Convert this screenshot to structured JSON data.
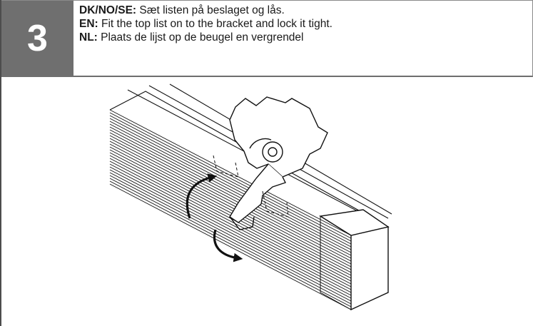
{
  "step": {
    "number": "3"
  },
  "instructions": [
    {
      "lang": "DK/NO/SE:",
      "text": " Sæt listen på beslaget og lås."
    },
    {
      "lang": "EN:",
      "text": " Fit the top list on to the bracket and lock it tight."
    },
    {
      "lang": "NL:",
      "text": " Plaats de lijst op de beugel en vergrendel"
    }
  ],
  "colors": {
    "step_box": "#6f6f6f",
    "line": "#111111",
    "text": "#1a1a1a"
  },
  "icons": [
    "curved-arrow-up-icon",
    "curved-arrow-down-icon"
  ]
}
